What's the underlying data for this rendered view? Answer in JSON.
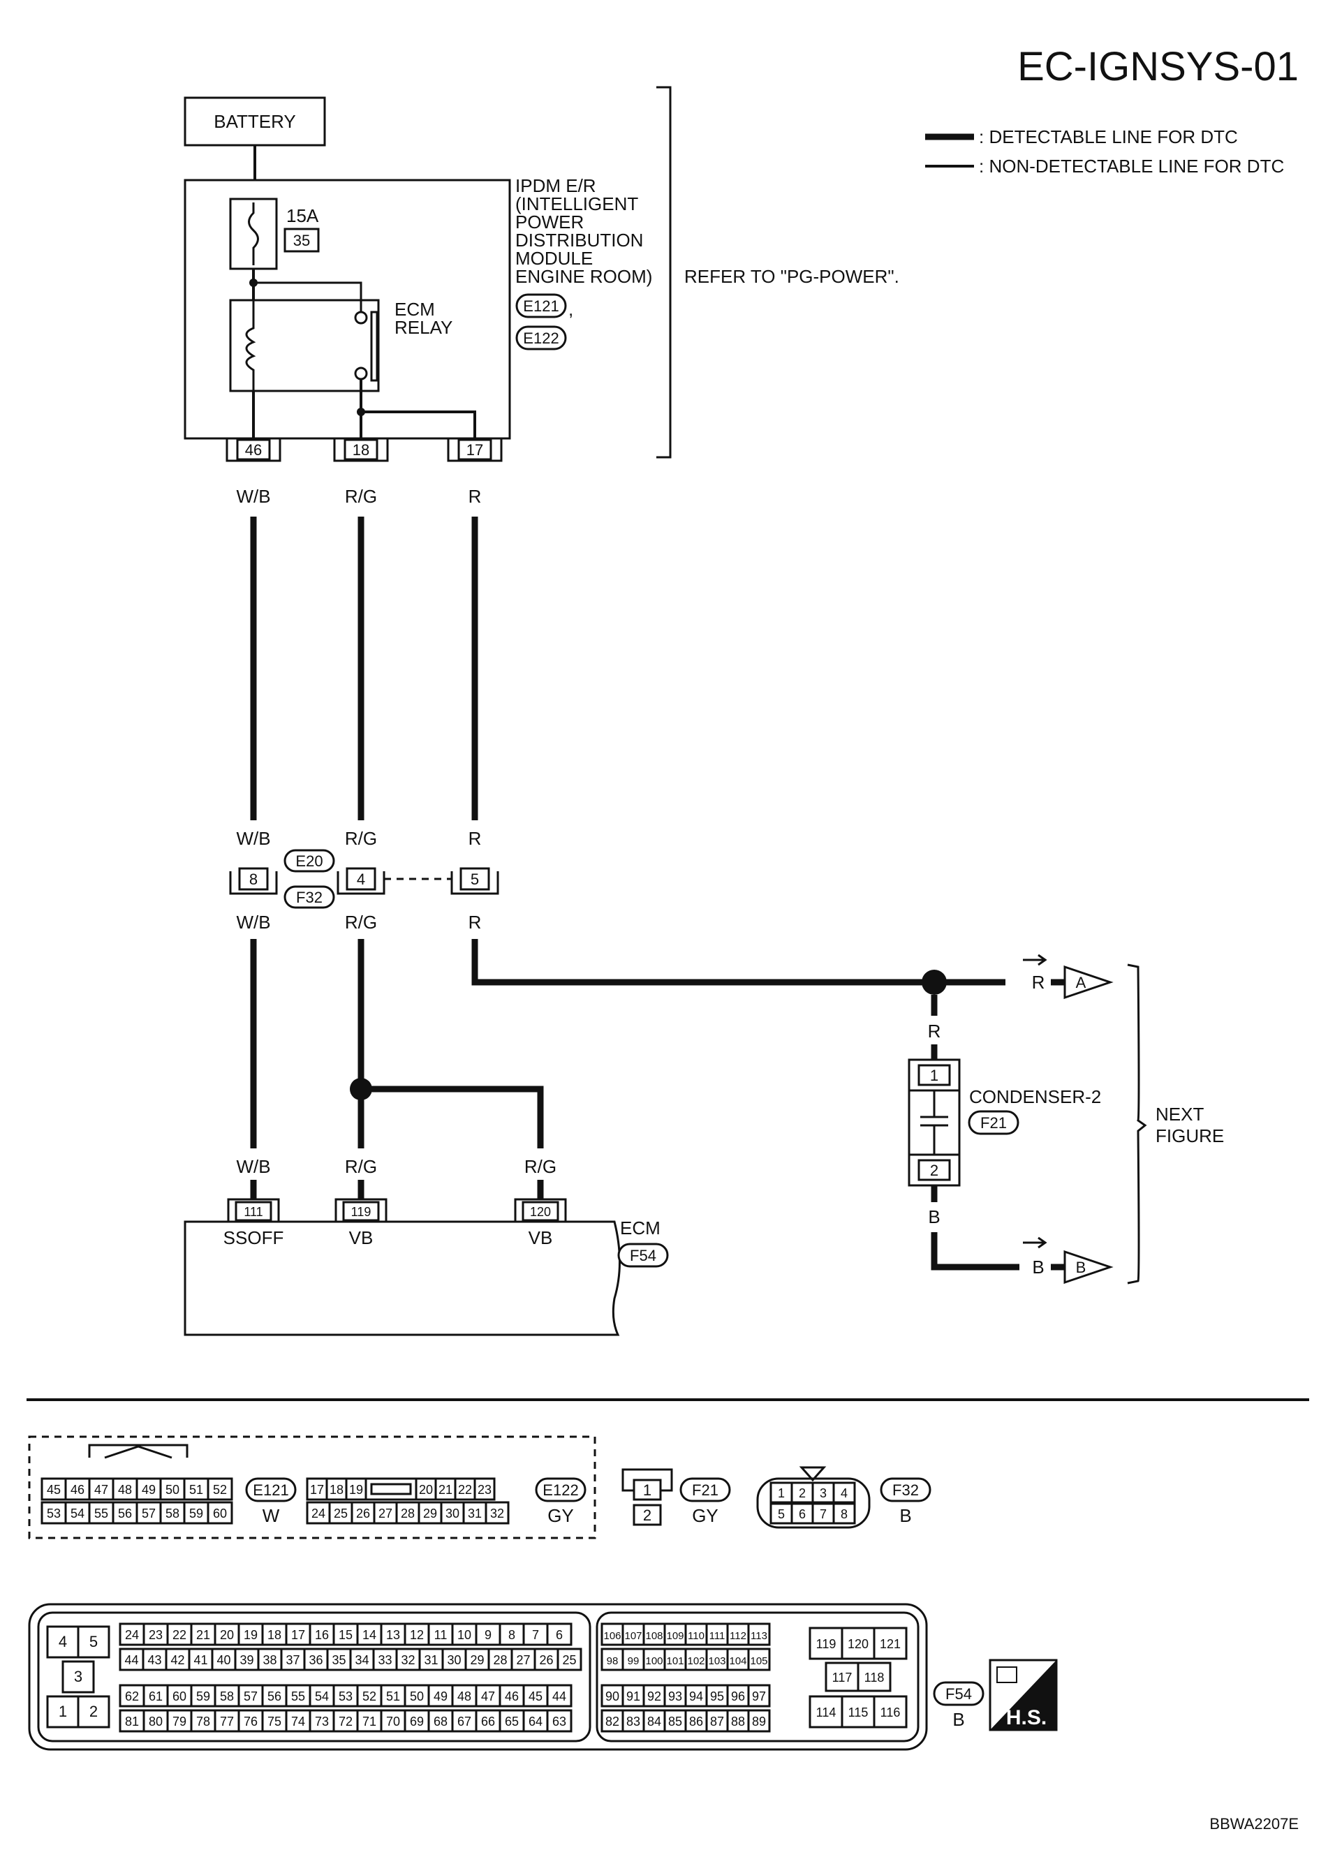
{
  "title": "EC-IGNSYS-01",
  "legend": {
    "detectable": ": DETECTABLE LINE FOR DTC",
    "non_detectable": ": NON-DETECTABLE LINE FOR DTC"
  },
  "battery": "BATTERY",
  "fuse": {
    "rating": "15A",
    "number": "35"
  },
  "ipdm": {
    "lines": [
      "IPDM E/R",
      "(INTELLIGENT",
      "POWER",
      "DISTRIBUTION",
      "MODULE",
      "ENGINE ROOM)"
    ],
    "connectors": [
      "E121",
      "E122"
    ],
    "comma": ","
  },
  "relay": {
    "line1": "ECM",
    "line2": "RELAY"
  },
  "refer": "REFER TO \"PG-POWER\".",
  "ipdm_pins": [
    "46",
    "18",
    "17"
  ],
  "wire_colors": {
    "wb": "W/B",
    "rg": "R/G",
    "r": "R",
    "b": "B"
  },
  "joint": {
    "pins": [
      "8",
      "4",
      "5"
    ],
    "connectors": [
      "E20",
      "F32"
    ]
  },
  "ecm": {
    "name": "ECM",
    "connector": "F54",
    "pins": [
      "111",
      "119",
      "120"
    ],
    "terminals": [
      "SSOFF",
      "VB",
      "VB"
    ]
  },
  "condenser": {
    "name": "CONDENSER-2",
    "connector": "F21",
    "pins": [
      "1",
      "2"
    ]
  },
  "next_figure": {
    "line1": "NEXT",
    "line2": "FIGURE",
    "arrow_a": "A",
    "arrow_b": "B"
  },
  "connector_views": {
    "e121": {
      "id": "E121",
      "color": "W",
      "top": [
        "45",
        "46",
        "47",
        "48",
        "49",
        "50",
        "51",
        "52"
      ],
      "bottom": [
        "53",
        "54",
        "55",
        "56",
        "57",
        "58",
        "59",
        "60"
      ]
    },
    "e122": {
      "id": "E122",
      "color": "GY",
      "top": [
        "17",
        "18",
        "19",
        "",
        "20",
        "21",
        "22",
        "23"
      ],
      "bottom": [
        "24",
        "25",
        "26",
        "27",
        "28",
        "29",
        "30",
        "31",
        "32"
      ]
    },
    "f21": {
      "id": "F21",
      "color": "GY",
      "pins": [
        "1",
        "2"
      ]
    },
    "f32": {
      "id": "F32",
      "color": "B",
      "top": [
        "1",
        "2",
        "3",
        "4"
      ],
      "bottom": [
        "5",
        "6",
        "7",
        "8"
      ]
    },
    "f54": {
      "id": "F54",
      "color": "B",
      "left_pins": [
        "4",
        "5",
        "3",
        "1",
        "2"
      ],
      "row1": [
        "24",
        "23",
        "22",
        "21",
        "20",
        "19",
        "18",
        "17",
        "16",
        "15",
        "14",
        "13",
        "12",
        "11",
        "10",
        "9",
        "8",
        "7",
        "6"
      ],
      "row2": [
        "44",
        "43",
        "42",
        "41",
        "40",
        "39",
        "38",
        "37",
        "36",
        "35",
        "34",
        "33",
        "32",
        "31",
        "30",
        "29",
        "28",
        "27",
        "26",
        "25"
      ],
      "row3": [
        "62",
        "61",
        "60",
        "59",
        "58",
        "57",
        "56",
        "55",
        "54",
        "53",
        "52",
        "51",
        "50",
        "49",
        "48",
        "47",
        "46",
        "45",
        "44"
      ],
      "row4": [
        "81",
        "80",
        "79",
        "78",
        "77",
        "76",
        "75",
        "74",
        "73",
        "72",
        "71",
        "70",
        "69",
        "68",
        "67",
        "66",
        "65",
        "64",
        "63"
      ],
      "mid_row1": [
        "106",
        "107",
        "108",
        "109",
        "110",
        "111",
        "112",
        "113"
      ],
      "mid_row2": [
        "98",
        "99",
        "100",
        "101",
        "102",
        "103",
        "104",
        "105"
      ],
      "mid_row3": [
        "90",
        "91",
        "92",
        "93",
        "94",
        "95",
        "96",
        "97"
      ],
      "mid_row4": [
        "82",
        "83",
        "84",
        "85",
        "86",
        "87",
        "88",
        "89"
      ],
      "right_top": [
        "119",
        "120",
        "121"
      ],
      "right_mid": [
        "117",
        "118"
      ],
      "right_bottom": [
        "114",
        "115",
        "116"
      ]
    }
  },
  "hs_label": "H.S.",
  "code": "BBWA2207E"
}
